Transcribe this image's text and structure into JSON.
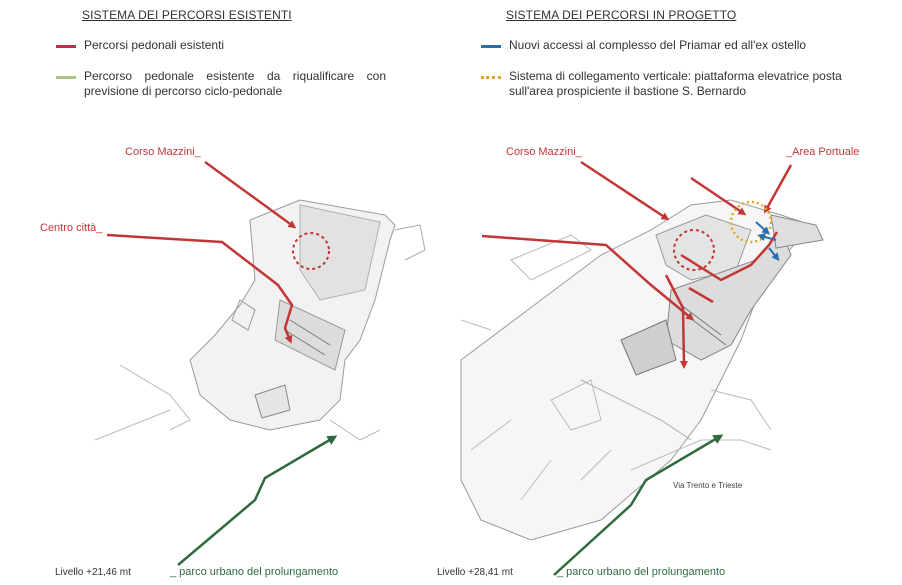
{
  "left": {
    "heading": "SISTEMA DEI PERCORSI ESISTENTI",
    "legend": [
      {
        "text": "Percorsi pedonali esistenti",
        "color": "#b5304a",
        "style": "solid"
      },
      {
        "text": "Percorso pedonale esistente da riqualificare con previsione di percorso ciclo-pedonale",
        "color": "#a8c48a",
        "style": "solid"
      }
    ],
    "labels": {
      "corso": "Corso Mazzini_",
      "centro": "Centro città_",
      "livello": "Livello +21,46 mt",
      "parco": "_ parco urbano del prolungamento"
    }
  },
  "right": {
    "heading": "SISTEMA DEI PERCORSI IN PROGETTO",
    "legend": [
      {
        "text": "Nuovi accessi al complesso del Priamar ed all'ex ostello",
        "color": "#2a6fae",
        "style": "solid"
      },
      {
        "text": "Sistema di collegamento verticale: piattaforma elevatrice posta sull'area prospiciente il bastione S. Bernardo",
        "color": "#e0a820",
        "style": "dotted"
      }
    ],
    "labels": {
      "corso": "Corso Mazzini_",
      "area": "_Area Portuale",
      "via": "Via Trento e Trieste",
      "livello": "Livello +28,41 mt",
      "parco": "_ parco urbano del prolungamento"
    }
  },
  "colors": {
    "red_path": "#c23636",
    "green_path": "#2f6b3f",
    "blue_access": "#2a6fae",
    "yellow_lift": "#e0a820",
    "map_lines": "#9a9a9a"
  }
}
